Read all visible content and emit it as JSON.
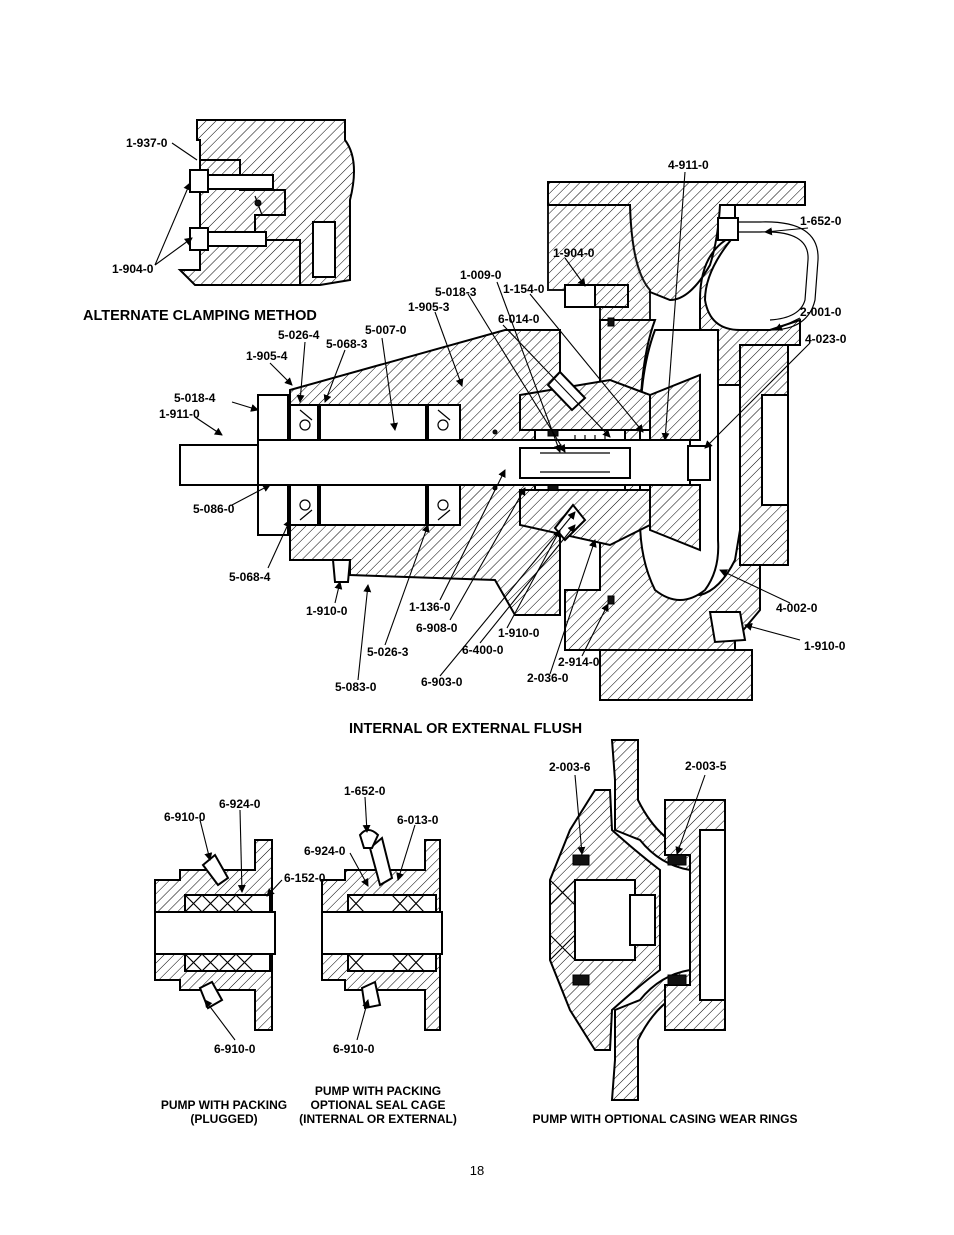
{
  "headings": {
    "alternate": "ALTERNATE CLAMPING METHOD",
    "flush": "INTERNAL OR EXTERNAL FLUSH"
  },
  "labels": {
    "l_1_937_0": "1-937-0",
    "l_1_904_0_a": "1-904-0",
    "l_4_911_0": "4-911-0",
    "l_1_652_0_a": "1-652-0",
    "l_1_904_0_b": "1-904-0",
    "l_1_009_0": "1-009-0",
    "l_5_018_3": "5-018-3",
    "l_1_154_0": "1-154-0",
    "l_1_905_3": "1-905-3",
    "l_2_001_0": "2-001-0",
    "l_6_014_0": "6-014-0",
    "l_4_023_0": "4-023-0",
    "l_5_026_4": "5-026-4",
    "l_5_007_0": "5-007-0",
    "l_5_068_3": "5-068-3",
    "l_1_905_4": "1-905-4",
    "l_5_018_4": "5-018-4",
    "l_1_911_0": "1-911-0",
    "l_5_086_0": "5-086-0",
    "l_5_068_4": "5-068-4",
    "l_1_910_0_a": "1-910-0",
    "l_1_136_0": "1-136-0",
    "l_6_908_0": "6-908-0",
    "l_1_910_0_b": "1-910-0",
    "l_4_002_0": "4-002-0",
    "l_1_910_0_c": "1-910-0",
    "l_5_026_3": "5-026-3",
    "l_6_400_0": "6-400-0",
    "l_2_914_0": "2-914-0",
    "l_2_036_0": "2-036-0",
    "l_5_083_0": "5-083-0",
    "l_6_903_0": "6-903-0",
    "l_2_003_6": "2-003-6",
    "l_2_003_5": "2-003-5",
    "l_1_652_0_b": "1-652-0",
    "l_6_924_0_a": "6-924-0",
    "l_6_910_0_a": "6-910-0",
    "l_6_013_0": "6-013-0",
    "l_6_924_0_b": "6-924-0",
    "l_6_152_0": "6-152-0",
    "l_6_910_0_b": "6-910-0",
    "l_6_910_0_c": "6-910-0"
  },
  "captions": {
    "packing_plugged_1": "PUMP WITH PACKING",
    "packing_plugged_2": "(PLUGGED)",
    "seal_cage_1": "PUMP WITH PACKING",
    "seal_cage_2": "OPTIONAL SEAL CAGE",
    "seal_cage_3": "(INTERNAL OR EXTERNAL)",
    "wear_rings": "PUMP WITH OPTIONAL CASING WEAR RINGS"
  },
  "page_number": "18"
}
